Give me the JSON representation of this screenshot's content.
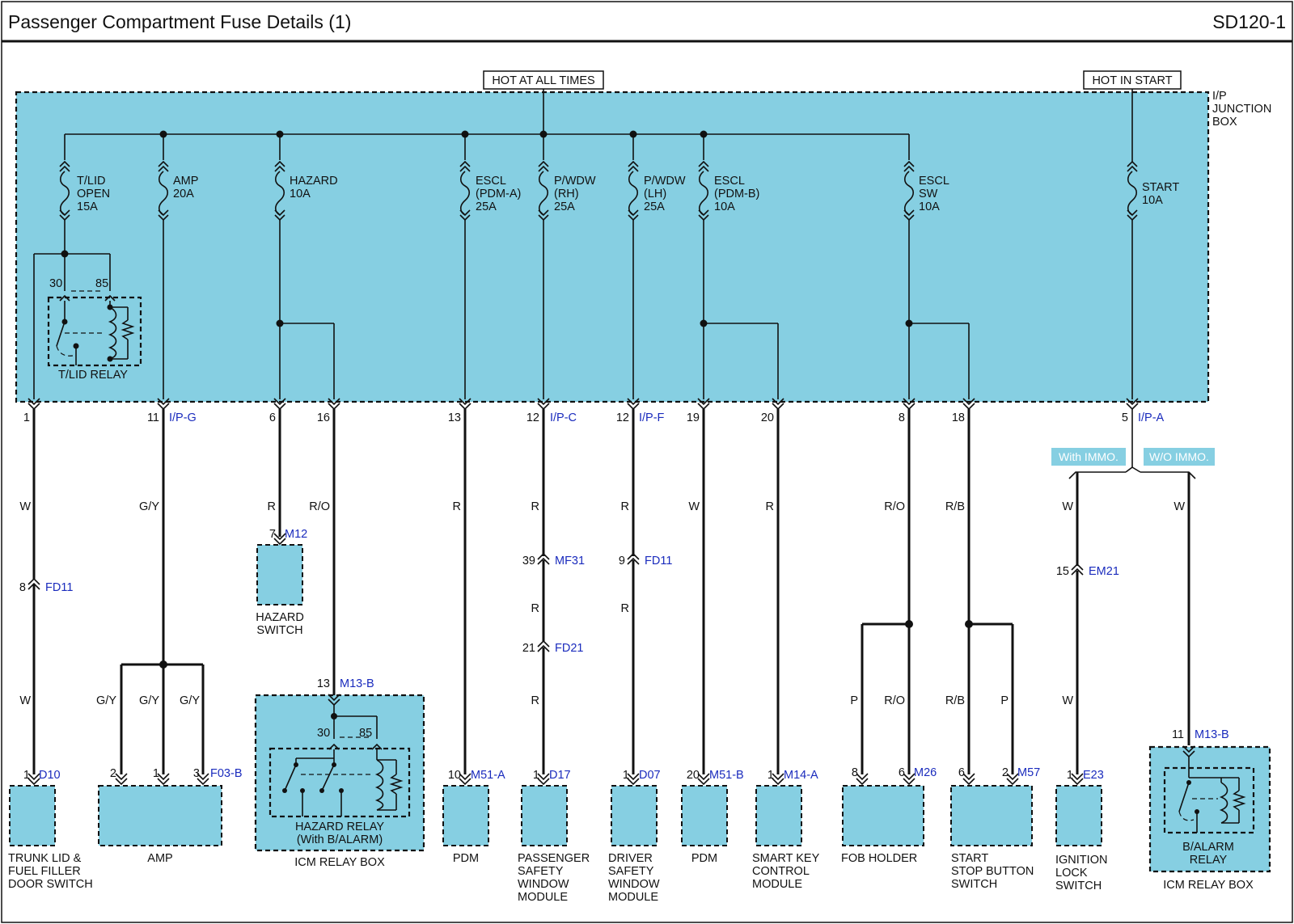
{
  "header": {
    "title": "Passenger Compartment Fuse Details (1)",
    "code": "SD120-1"
  },
  "junction": {
    "hot_at_all_times": "HOT AT ALL TIMES",
    "hot_in_start": "HOT IN START",
    "box": [
      "I/P",
      "JUNCTION",
      "BOX"
    ]
  },
  "fuses": [
    {
      "lines": [
        "T/LID",
        "OPEN",
        "15A"
      ]
    },
    {
      "lines": [
        "AMP",
        "20A"
      ]
    },
    {
      "lines": [
        "HAZARD",
        "10A"
      ]
    },
    {
      "lines": [
        "ESCL",
        "(PDM-A)",
        "25A"
      ]
    },
    {
      "lines": [
        "P/WDW",
        "(RH)",
        "25A"
      ]
    },
    {
      "lines": [
        "P/WDW",
        "(LH)",
        "25A"
      ]
    },
    {
      "lines": [
        "ESCL",
        "(PDM-B)",
        "10A"
      ]
    },
    {
      "lines": [
        "ESCL",
        "SW",
        "10A"
      ]
    },
    {
      "lines": [
        "START",
        "10A"
      ]
    }
  ],
  "tlid_relay": {
    "label": "T/LID RELAY",
    "p30": "30",
    "p85": "85"
  },
  "pins_top": [
    "1",
    "11",
    "6",
    "16",
    "13",
    "12",
    "12",
    "19",
    "20",
    "8",
    "18",
    "5"
  ],
  "connectors_top": {
    "ipg": "I/P-G",
    "ipc": "I/P-C",
    "ipf": "I/P-F",
    "ipa": "I/P-A"
  },
  "immo": {
    "with": "With IMMO.",
    "without": "W/O IMMO."
  },
  "wire_colors": {
    "w": "W",
    "gy": "G/Y",
    "r": "R",
    "ro": "R/O",
    "rb": "R/B",
    "p": "P"
  },
  "mid_connectors": {
    "fd11a": {
      "pin": "8",
      "name": "FD11"
    },
    "m12": {
      "pin": "7",
      "name": "M12"
    },
    "mf31": {
      "pin": "39",
      "name": "MF31"
    },
    "fd11b": {
      "pin": "9",
      "name": "FD11"
    },
    "fd21": {
      "pin": "21",
      "name": "FD21"
    },
    "em21": {
      "pin": "15",
      "name": "EM21"
    },
    "m13b1": {
      "pin": "13",
      "name": "M13-B"
    },
    "m13b2": {
      "pin": "11",
      "name": "M13-B"
    }
  },
  "hazard_switch": [
    "HAZARD",
    "SWITCH"
  ],
  "hazard_relay": {
    "lines": [
      "HAZARD RELAY",
      "(With B/ALARM)"
    ],
    "p30": "30",
    "p85": "85"
  },
  "balarm_relay": [
    "B/ALARM",
    "RELAY"
  ],
  "bottom_connectors": {
    "d10": {
      "pin": "1",
      "name": "D10"
    },
    "f03b": {
      "pins": [
        "2",
        "1",
        "3"
      ],
      "name": "F03-B"
    },
    "m51a": {
      "pin": "10",
      "name": "M51-A"
    },
    "d17": {
      "pin": "1",
      "name": "D17"
    },
    "d07": {
      "pin": "1",
      "name": "D07"
    },
    "m51b": {
      "pin": "20",
      "name": "M51-B"
    },
    "m14a": {
      "pin": "1",
      "name": "M14-A"
    },
    "m26": {
      "pins": [
        "8",
        "6"
      ],
      "name": "M26"
    },
    "m57": {
      "pins": [
        "6",
        "2"
      ],
      "name": "M57"
    },
    "e23": {
      "pin": "1",
      "name": "E23"
    }
  },
  "components": {
    "trunk": [
      "TRUNK LID &",
      "FUEL FILLER",
      "DOOR SWITCH"
    ],
    "amp": [
      "AMP"
    ],
    "icm1": [
      "ICM RELAY BOX"
    ],
    "pdm1": [
      "PDM"
    ],
    "pass_win": [
      "PASSENGER",
      "SAFETY",
      "WINDOW",
      "MODULE"
    ],
    "drv_win": [
      "DRIVER",
      "SAFETY",
      "WINDOW",
      "MODULE"
    ],
    "pdm2": [
      "PDM"
    ],
    "smart_key": [
      "SMART KEY",
      "CONTROL",
      "MODULE"
    ],
    "fob": [
      "FOB HOLDER"
    ],
    "start_stop": [
      "START",
      "STOP BUTTON",
      "SWITCH"
    ],
    "ign_lock": [
      "IGNITION",
      "LOCK",
      "SWITCH"
    ],
    "icm2": [
      "ICM RELAY BOX"
    ]
  },
  "colors": {
    "fill": "#86cfe2",
    "line": "#111111",
    "connector_text": "#1a2bbd"
  }
}
